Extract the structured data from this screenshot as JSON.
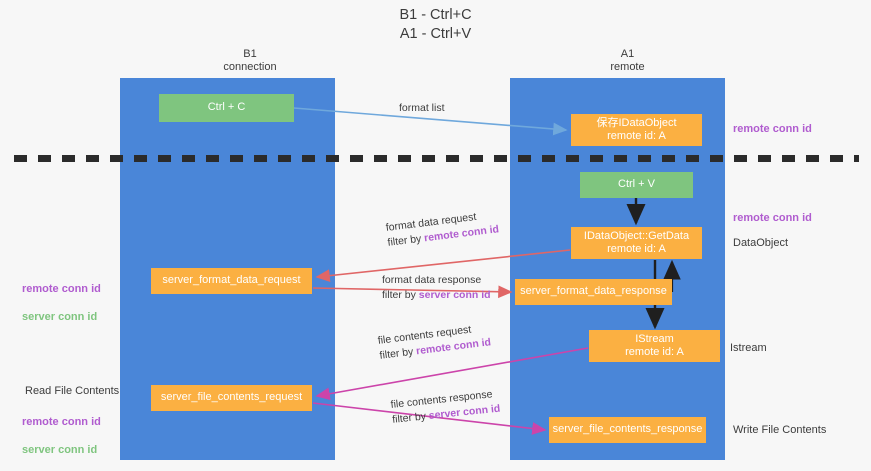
{
  "title": "B1 - Ctrl+C\nA1 - Ctrl+V",
  "colors": {
    "lane": "#4a86d8",
    "node_orange": "#fbb042",
    "node_green": "#7fc57f",
    "remote_conn_id": "#b05ccf",
    "server_conn_id": "#7fc57f",
    "arrow_blue": "#6fa8dc",
    "arrow_red": "#e06666",
    "arrow_magenta": "#cc44aa",
    "arrow_black": "#1f1f1f",
    "background": "#f7f7f7"
  },
  "columns": {
    "left": "B1\nconnection",
    "right": "A1\nremote"
  },
  "nodes": {
    "ctrl_c": "Ctrl + C",
    "data_object": "保存IDataObject\nremote id: A",
    "ctrl_v": "Ctrl + V",
    "get_data": "IDataObject::GetData\nremote id: A",
    "server_format_data_request": "server_format_data_request",
    "server_format_data_response": "server_format_data_response",
    "istream": "IStream\nremote id: A",
    "server_file_contents_request": "server_file_contents_request",
    "server_file_contents_response": "server_file_contents_response"
  },
  "edge_labels": {
    "format_list": "format list",
    "format_data_request": "format data request",
    "format_data_request_filter_prefix": "filter by ",
    "format_data_request_filter_key": "remote conn id",
    "format_data_response": "format data response",
    "format_data_response_filter_prefix": "filter by ",
    "format_data_response_filter_key": "server conn id",
    "file_contents_request": "file contents request",
    "file_contents_request_filter_prefix": "filter by ",
    "file_contents_request_filter_key": "remote conn id",
    "file_contents_response": "file contents response",
    "file_contents_response_filter_prefix": "filter by ",
    "file_contents_response_filter_key": "server conn id"
  },
  "annotations": {
    "right_remote_conn_id_top": "remote conn id",
    "right_remote_conn_id_mid": "remote conn id",
    "right_dataobject": "DataObject",
    "right_istream": "Istream",
    "right_write_file_contents": "Write File Contents",
    "left_remote_conn_id": "remote conn id",
    "left_server_conn_id": "server conn id",
    "left_read_file_contents": "Read File Contents",
    "left_remote_conn_id_2": "remote conn id",
    "left_server_conn_id_2": "server conn id"
  }
}
